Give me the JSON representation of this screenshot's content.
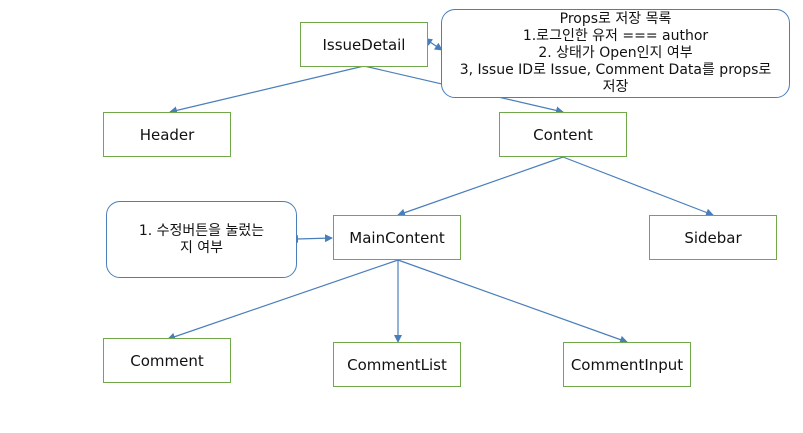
{
  "colors": {
    "node_border": "#71a84a",
    "edge": "#4a7ebb",
    "callout_border": "#4a7ebb"
  },
  "nodes": {
    "issue_detail": "IssueDetail",
    "header": "Header",
    "content": "Content",
    "main_content": "MainContent",
    "sidebar": "Sidebar",
    "comment": "Comment",
    "comment_list": "CommentList",
    "comment_input": "CommentInput"
  },
  "callouts": {
    "props": {
      "lines": [
        "Props로 저장 목록",
        "1.로그인한 유저 === author",
        "2. 상태가 Open인지 여부",
        "3, Issue ID로 Issue, Comment Data를 props로",
        "저장"
      ]
    },
    "edit": {
      "lines": [
        "1.  수정버튼을 눌렀는",
        "지 여부"
      ]
    }
  }
}
